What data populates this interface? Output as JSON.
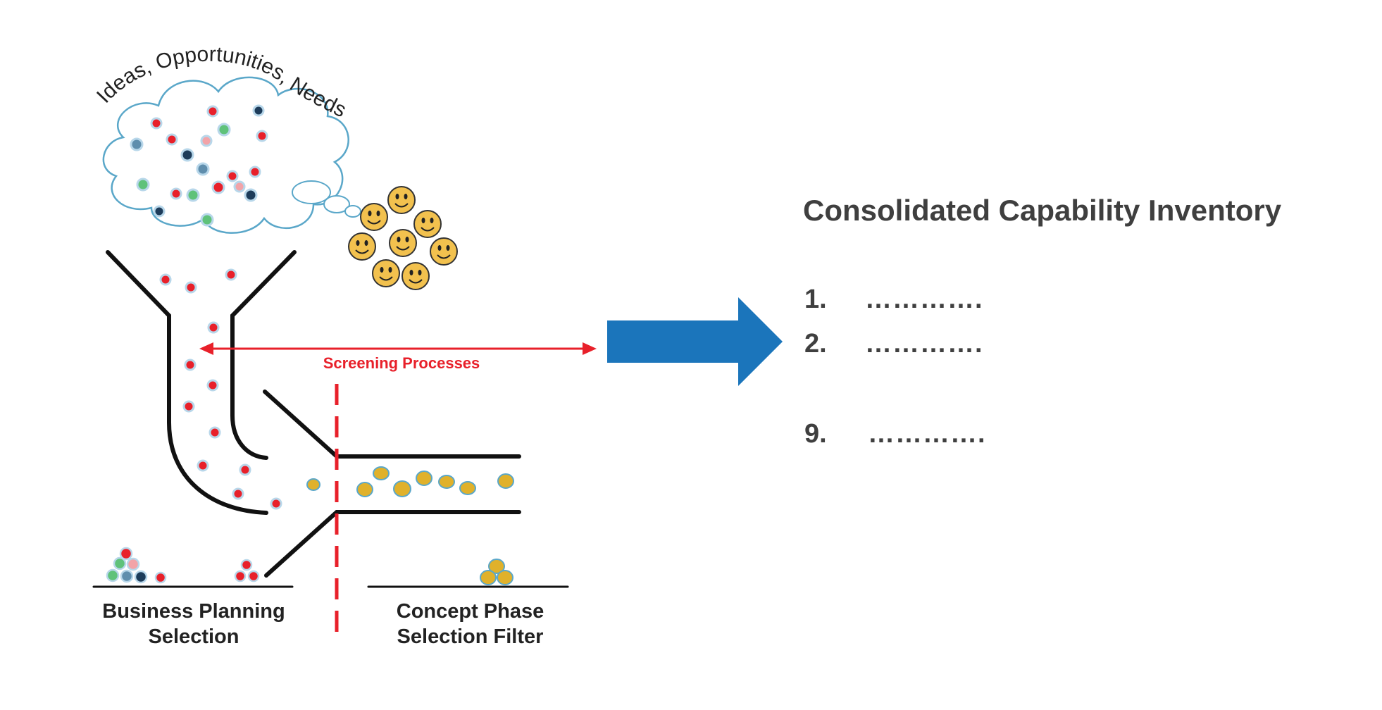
{
  "cloud": {
    "caption": "Ideas, Opportunities, Needs"
  },
  "screening": {
    "label": "Screening Processes"
  },
  "labels": {
    "business": [
      "Business Planning",
      "Selection"
    ],
    "concept": [
      "Concept Phase",
      "Selection Filter"
    ]
  },
  "inventory": {
    "title": "Consolidated Capability Inventory",
    "items": [
      {
        "number": "1.",
        "text": "…………."
      },
      {
        "number": "2.",
        "text": "…………."
      },
      {
        "number": "9.",
        "text": "…………."
      }
    ]
  },
  "colors": {
    "funnel": "#111111",
    "screening": "#e8202a",
    "arrow": "#1b75bb",
    "text": "#3f3f3f",
    "cloud_outline": "#5aa7c9",
    "smiley": "#f2c14e",
    "gold_dot": "#e0b12b",
    "red_dot": "#e8202a",
    "navy_dot": "#1d3c5a",
    "steel_dot": "#5f8ead",
    "green_dot": "#5fc27a",
    "pink_dot": "#f2a3a8"
  }
}
